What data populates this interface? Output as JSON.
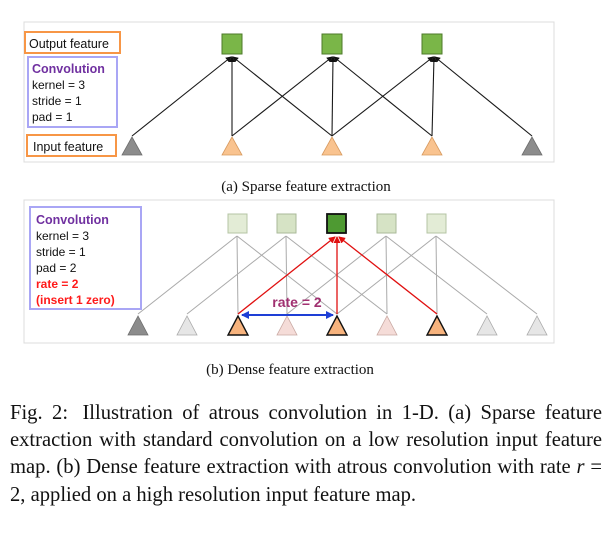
{
  "panel_a": {
    "output_label": "Output feature",
    "conv_title": "Convolution",
    "conv_params": [
      "kernel = 3",
      "stride = 1",
      "pad = 1"
    ],
    "input_label": "Input feature",
    "caption": "(a) Sparse feature extraction"
  },
  "panel_b": {
    "conv_title": "Convolution",
    "conv_params": [
      "kernel = 3",
      "stride = 1",
      "pad = 2"
    ],
    "rate_lines": [
      "rate = 2",
      "(insert 1 zero)"
    ],
    "rate_annotation": "rate = 2",
    "caption": "(b) Dense feature extraction"
  },
  "figure_caption": {
    "label": "Fig. 2:",
    "text_before_var": "Illustration of atrous convolution in 1-D. (a) Sparse feature extraction with standard convolution on a low resolution input feature map. (b) Dense feature extraction with atrous convolution with rate",
    "var": "r",
    "text_after_var": "= 2, applied on a high resolution input feature map."
  },
  "colors": {
    "output_green": "#7ab648",
    "input_orange": "#f9c38f",
    "padding_gray": "#8c8c8c",
    "faded_output": "#e3ecd6",
    "faded_input": "#f5dcd8",
    "conv_purple": "#7030a0",
    "rate_red": "#ff1a1a",
    "label_box_orange": "#f79646",
    "label_box_lavender": "#a9a6f5",
    "rate_arrow_blue": "#1e3fd6",
    "rate_text_magenta": "#a03070"
  }
}
